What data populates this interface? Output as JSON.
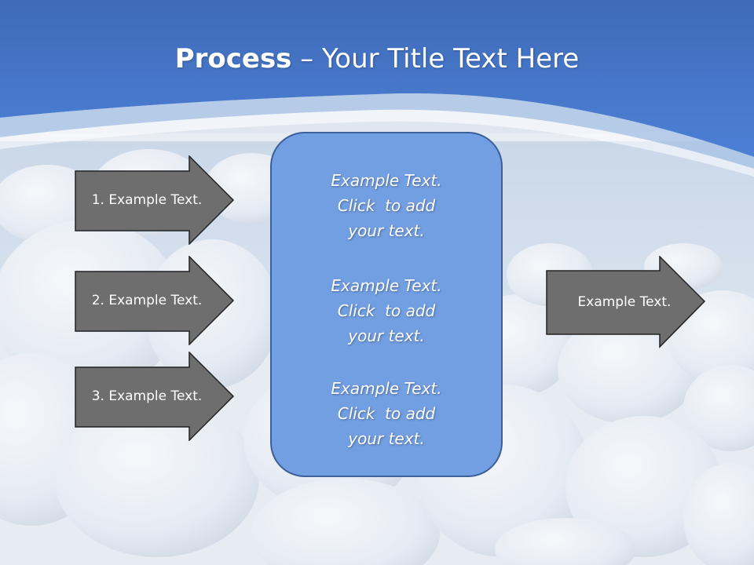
{
  "title": {
    "bold": "Process",
    "rest": " – Your Title Text Here"
  },
  "arrows_left": [
    {
      "label": "1. Example Text."
    },
    {
      "label": "2. Example Text."
    },
    {
      "label": "3. Example Text."
    }
  ],
  "arrow_right": {
    "label": "Example Text."
  },
  "center_blocks": [
    {
      "line1": "Example Text.",
      "line2": "Click  to add",
      "line3": "your text."
    },
    {
      "line1": "Example Text.",
      "line2": "Click  to add",
      "line3": "your text."
    },
    {
      "line1": "Example Text.",
      "line2": "Click  to add",
      "line3": "your text."
    }
  ],
  "colors": {
    "sky_blue": "#4a76c4",
    "arrow_fill": "#6e6e6e",
    "arrow_stroke": "#222222",
    "center_fill": "#729ee2",
    "center_stroke": "#3c5f9a"
  }
}
